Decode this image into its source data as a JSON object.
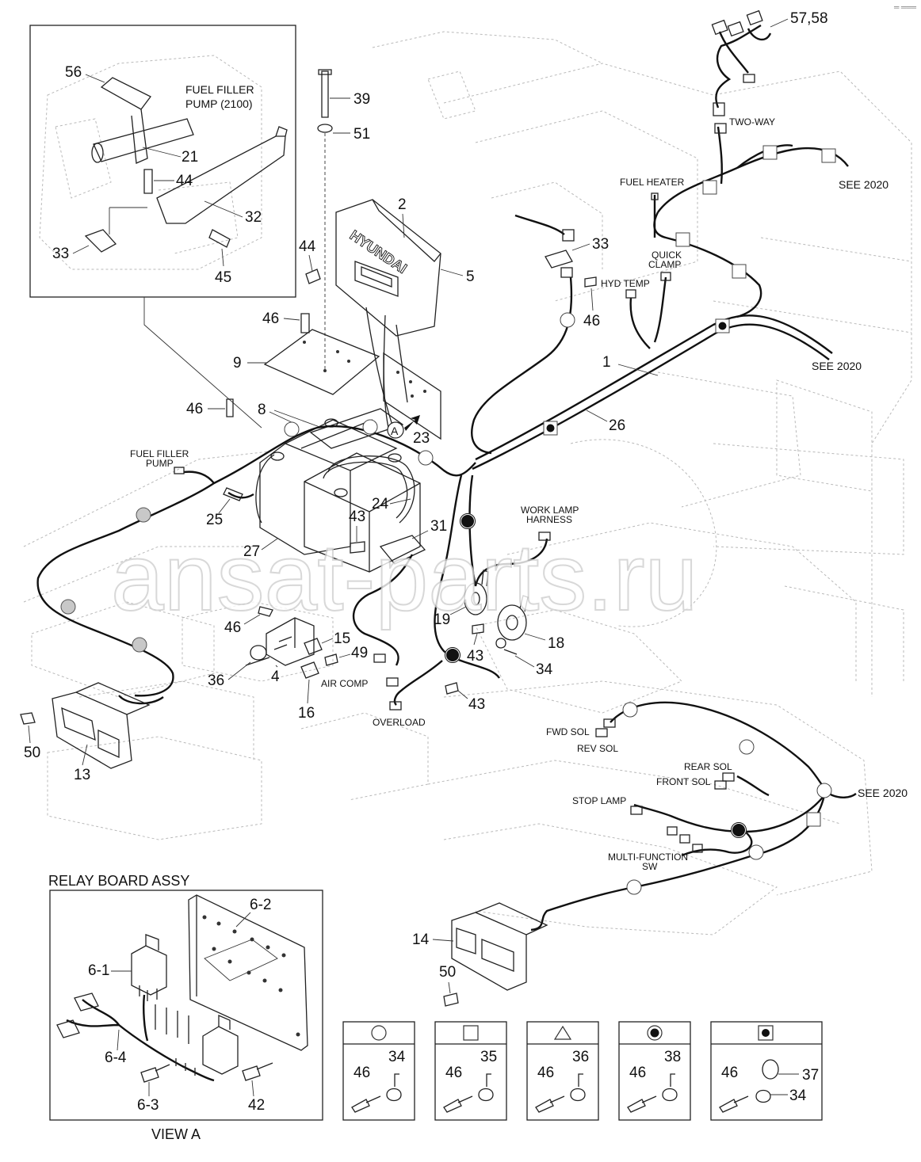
{
  "corner_mark": "═ ═══",
  "watermark": "ansat-parts.ru",
  "inset_fuel": {
    "label_1": "FUEL FILLER",
    "label_2": "PUMP (2100)"
  },
  "callouts": {
    "c56": "56",
    "c21": "21",
    "c44a": "44",
    "c32": "32",
    "c33a": "33",
    "c45": "45",
    "c39": "39",
    "c51": "51",
    "c2": "2",
    "c5": "5",
    "c44b": "44",
    "c46a": "46",
    "c9": "9",
    "c46b": "46",
    "c8": "8",
    "c23": "23",
    "c25": "25",
    "c24": "24",
    "c43a": "43",
    "c31": "31",
    "c27": "27",
    "c46c": "46",
    "c15": "15",
    "c49": "49",
    "c36": "36",
    "c4": "4",
    "c16": "16",
    "c19": "19",
    "c18": "18",
    "c43b": "43",
    "c34": "34",
    "c43c": "43",
    "c50a": "50",
    "c13": "13",
    "c33b": "33",
    "c46d": "46",
    "c1": "1",
    "c26": "26",
    "c57": "57,58",
    "c14": "14",
    "c50b": "50"
  },
  "harness_labels": {
    "two_way": "TWO-WAY",
    "fuel_heater": "FUEL HEATER",
    "see_2020_a": "SEE 2020",
    "quick_clamp_1": "QUICK",
    "quick_clamp_2": "CLAMP",
    "hyd_temp": "HYD TEMP",
    "see_2020_b": "SEE 2020",
    "fuel_filler_pump_1": "FUEL FILLER",
    "fuel_filler_pump_2": "PUMP",
    "work_lamp_1": "WORK LAMP",
    "work_lamp_2": "HARNESS",
    "air_comp": "AIR COMP",
    "overload": "OVERLOAD",
    "fwd_sol": "FWD SOL",
    "rev_sol": "REV SOL",
    "rear_sol": "REAR SOL",
    "front_sol": "FRONT SOL",
    "see_2020_c": "SEE 2020",
    "stop_lamp": "STOP LAMP",
    "multi_function_1": "MULTI-FUNCTION",
    "multi_function_2": "SW",
    "view_a_marker": "A"
  },
  "relay_board": {
    "title": "RELAY BOARD ASSY",
    "view_label": "VIEW A",
    "c6_2": "6-2",
    "c6_1": "6-1",
    "c6_4": "6-4",
    "c6_3": "6-3",
    "c42": "42"
  },
  "legend": [
    {
      "symbol": "circle",
      "part_a": "46",
      "part_b": "34"
    },
    {
      "symbol": "square",
      "part_a": "46",
      "part_b": "35"
    },
    {
      "symbol": "triangle",
      "part_a": "46",
      "part_b": "36"
    },
    {
      "symbol": "filled-circle",
      "part_a": "46",
      "part_b": "38"
    },
    {
      "symbol": "filled-square",
      "part_a": "46",
      "part_b": "37",
      "part_c": "34"
    }
  ]
}
